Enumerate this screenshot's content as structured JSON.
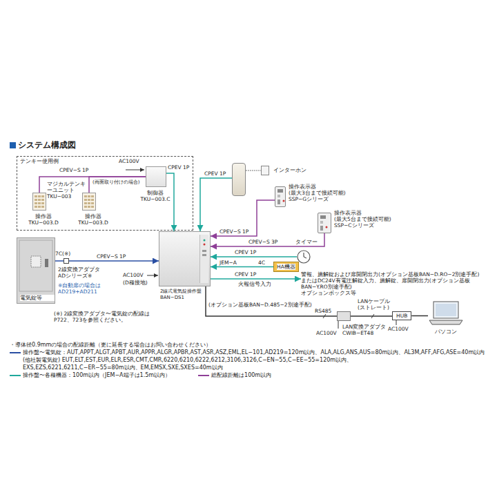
{
  "diagram": {
    "title": "システム構成図",
    "nodes": [
      {
        "text": [
          "テンキー使用例"
        ]
      },
      {
        "text": [
          "操作器 TKU−003.D"
        ],
        "in": 0
      },
      {
        "text": [
          "操作器 TKU−003.D"
        ],
        "in": 0
      },
      {
        "text": [
          "制御器 TKU−003.C"
        ],
        "in": 0
      },
      {
        "text": [
          "インターホン"
        ]
      },
      {
        "text": [
          "操作表示器",
          "(最大3台まで接続可能)",
          "SSP−Gシリーズ"
        ]
      },
      {
        "text": [
          "操作表示器",
          "(最大5台まで接続可能)",
          "SSP−Cシリーズ"
        ]
      },
      {
        "text": [
          "電気錠等"
        ]
      },
      {
        "text": [
          "2線変換アダプタ ADシリーズ※"
        ]
      },
      {
        "text": [
          "タイマー"
        ]
      },
      {
        "text": [
          "HA機器"
        ]
      },
      {
        "text": [
          "2線式電気錠操作盤 BAN−DS1"
        ]
      },
      {
        "text": [
          "警報、施解錠および扉開閉出力(オプション基板BAN−D.RO−2別途手配)",
          "またはDC24V有電圧解錠入力、施解錠、扉開閉出力(オプション基板BAN−Y.RO別途手配)",
          "オプションボックス等"
        ]
      },
      {
        "text": [
          "LAN変換アダプタ CWIB−ET48"
        ]
      },
      {
        "text": [
          "HUB"
        ]
      },
      {
        "text": [
          "パソコン"
        ]
      }
    ],
    "edges": [
      {
        "from": 1,
        "to": 3,
        "label": "CPEV−S 1P",
        "arrow": "none"
      },
      {
        "from": 2,
        "to": 3,
        "arrow": "none"
      },
      {
        "from": 3,
        "to": 11,
        "label": "CPEV 1P",
        "arrow": "to"
      },
      {
        "from": 4,
        "to": 11,
        "label": "CPEV 1P",
        "arrow": "to"
      },
      {
        "from": 5,
        "to": 11,
        "label": "CPEV−S 1P",
        "arrow": "to"
      },
      {
        "from": 6,
        "to": 11,
        "label": "CPEV−S 3P",
        "arrow": "to"
      },
      {
        "from": 7,
        "to": 8,
        "label": "7C(※)",
        "arrow": "none"
      },
      {
        "from": 8,
        "to": 11,
        "label": "CPEV−S 1P",
        "arrow": "to"
      },
      {
        "from": 9,
        "to": 11,
        "label": "CPEV 1P",
        "arrow": "to"
      },
      {
        "from": 10,
        "to": 11,
        "label": "JEM−A",
        "arrow": "to"
      },
      {
        "from": 11,
        "to": 12,
        "label": "CPEV 1P",
        "arrow": "to"
      },
      {
        "from": 11,
        "to": 13,
        "label": "RS485",
        "arrow": "none"
      },
      {
        "from": 13,
        "to": 14,
        "label": "LANケーブル (ストレート)",
        "arrow": "none"
      },
      {
        "from": 14,
        "to": 15,
        "arrow": "none"
      }
    ],
    "labels": [
      "AC100V",
      "マジカルテンキーユニット TKU−003",
      "(両面取り付けの場合)",
      "※自動扉の場合は AD219+AD211",
      "AC100V",
      "(D種接地)",
      "(※) 2線変換アダプタ〜電気錠の配線は P722、723を参照ください。",
      "4C",
      "火報信号入力",
      "(オプション基板BAN−D.485−2別途手配)",
      "AC100V",
      "AC100V",
      "・導体径0.9mmの場合の配線距離（更に延長する場合はお問い合わせください）",
      "(他社製電気錠) EUT,ELT,EST,EUR,ELR,ESR,CMT,CMR,6220,6210,6222,6212,3106,3126,C−EN−55,C−EE−55=120m以内、",
      "EXS,EZS,6221,6211,C−ER−55=80m以内、EM,EMSX,SXE,SXES=40m以内"
    ],
    "legend": [
      {
        "text": "操作盤〜電気錠：AUT,APPT,ALGT,APBT,AUR,APPR,ALGR,APBR,AST,ASR,ASZ,EML,EL−101,AD219=120m以内、ALA,ALG,ANS,AUS=80m以内、AL3M,AFF,AFG,ASE=40m以内"
      },
      {
        "text": "操作盤〜各種機器：100m以内（JEM−A端子は1.5m以内）"
      },
      {
        "text": "総配線距離は100m以内"
      }
    ]
  }
}
